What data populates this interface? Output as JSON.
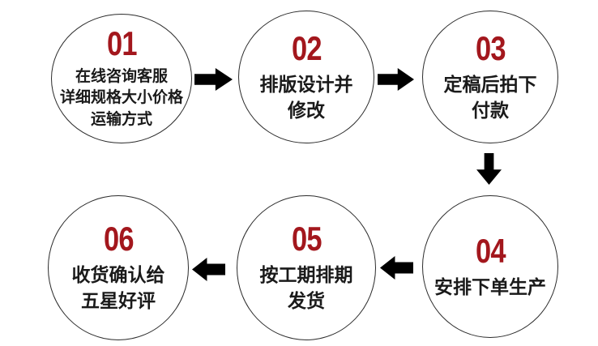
{
  "flow": {
    "title_implicit": "order-process-flow",
    "colors": {
      "step_number": "#A3171D",
      "step_text": "#1a1a1a",
      "arrow": "#000000",
      "circle_border": "#2b2b2b",
      "background": "#ffffff"
    },
    "steps": [
      {
        "number": "01",
        "lines": [
          "在线咨询客服",
          "详细规格大小价格",
          "运输方式"
        ]
      },
      {
        "number": "02",
        "lines": [
          "排版设计并",
          "修改"
        ]
      },
      {
        "number": "03",
        "lines": [
          "定稿后拍下",
          "付款"
        ]
      },
      {
        "number": "04",
        "lines": [
          "安排下单生产"
        ]
      },
      {
        "number": "05",
        "lines": [
          "按工期排期",
          "发货"
        ]
      },
      {
        "number": "06",
        "lines": [
          "收货确认给",
          "五星好评"
        ]
      }
    ],
    "arrows": [
      {
        "from": "01",
        "to": "02",
        "direction": "right"
      },
      {
        "from": "02",
        "to": "03",
        "direction": "right"
      },
      {
        "from": "03",
        "to": "04",
        "direction": "down"
      },
      {
        "from": "04",
        "to": "05",
        "direction": "left"
      },
      {
        "from": "05",
        "to": "06",
        "direction": "left"
      }
    ]
  }
}
